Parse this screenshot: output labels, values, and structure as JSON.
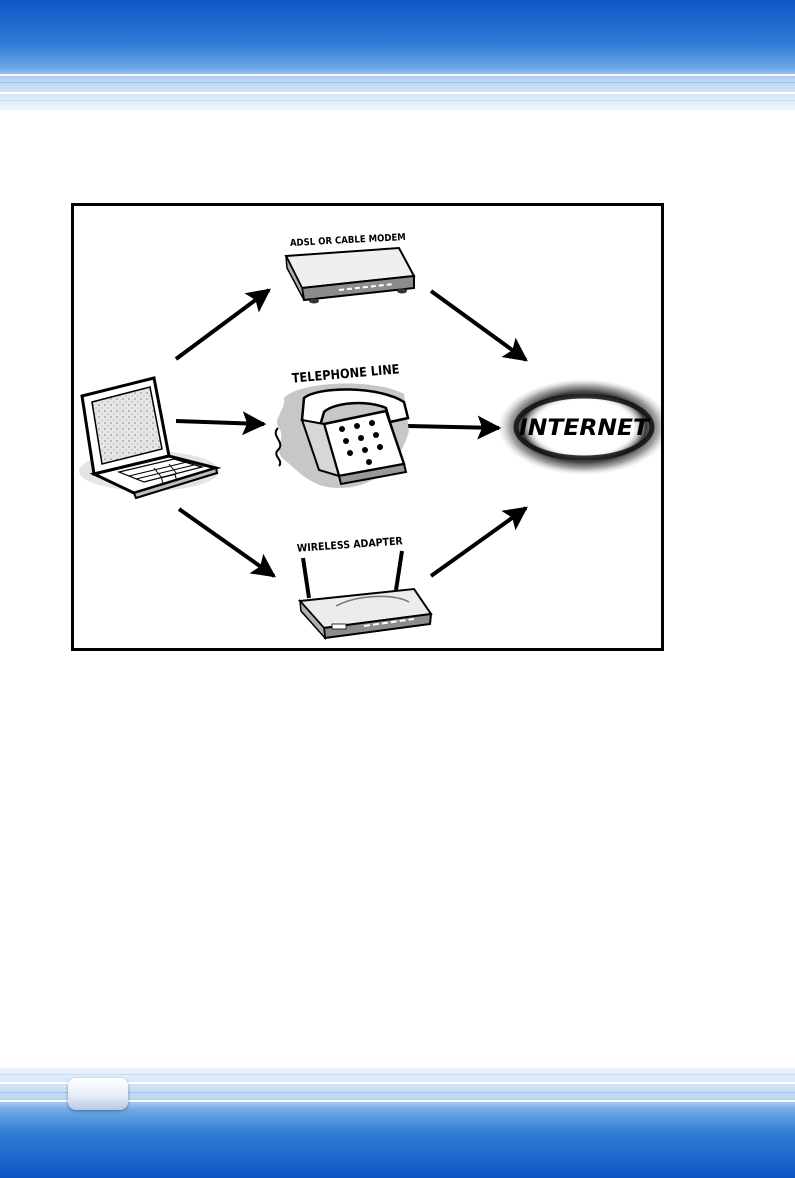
{
  "diagram": {
    "labels": {
      "modem": "ADSL OR CABLE MODEM",
      "telephone": "TELEPHONE LINE",
      "wireless": "WIRELESS ADAPTER",
      "internet": "INTERNET"
    },
    "icons": {
      "laptop": "laptop-icon",
      "modem": "modem-icon",
      "telephone": "telephone-icon",
      "router": "wireless-router-icon",
      "internet": "internet-cloud-icon"
    },
    "connections": [
      {
        "from": "laptop",
        "to": "modem"
      },
      {
        "from": "laptop",
        "to": "telephone"
      },
      {
        "from": "laptop",
        "to": "router"
      },
      {
        "from": "modem",
        "to": "internet"
      },
      {
        "from": "telephone",
        "to": "internet"
      },
      {
        "from": "router",
        "to": "internet"
      }
    ]
  },
  "colors": {
    "header_blue": "#0d57c4",
    "frame": "#000000"
  }
}
